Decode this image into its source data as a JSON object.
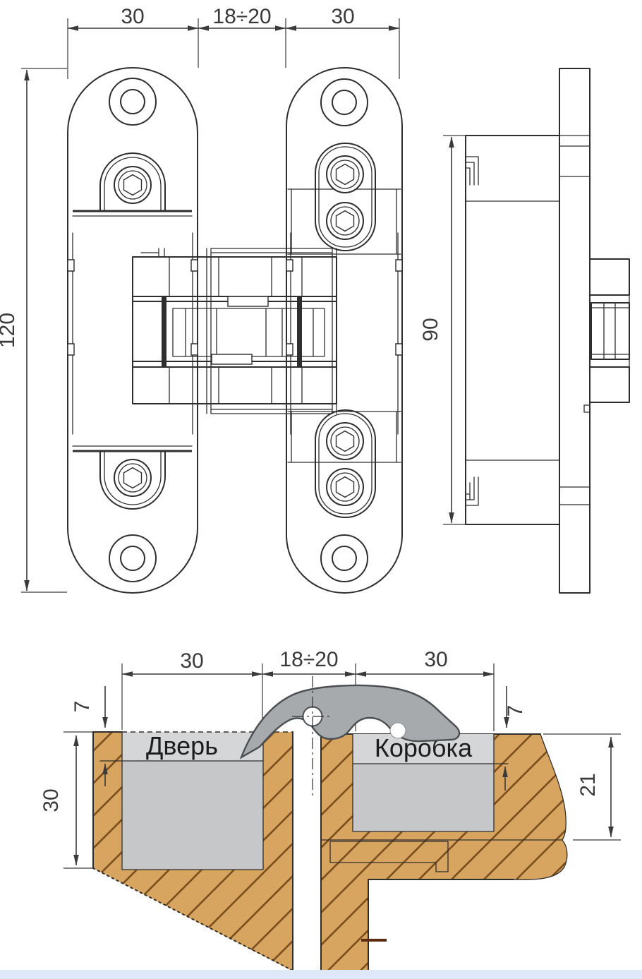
{
  "drawing": {
    "front_view": {
      "dim_width_left": "30",
      "dim_gap": "18÷20",
      "dim_width_right": "30",
      "dim_height": "120"
    },
    "side_view": {
      "dim_height": "90"
    },
    "section_view": {
      "dim_width_left": "30",
      "dim_gap": "18÷20",
      "dim_width_right": "30",
      "dim_door_face_offset": "7",
      "dim_door_mortise_depth": "30",
      "dim_frame_face_offset": "7",
      "dim_frame_mortise_depth": "21",
      "door_label": "Дверь",
      "frame_label": "Коробка"
    },
    "colors": {
      "wood": "#d8a560",
      "hatch": "#7a4f1d",
      "pocket": "#c6c7c9",
      "pocket_band": "#d5d6d8",
      "arm": "#a7aaad",
      "arm_outline": "#4c4f52",
      "footer": "#dee8f8",
      "dark_tick": "#5a2a10"
    }
  }
}
